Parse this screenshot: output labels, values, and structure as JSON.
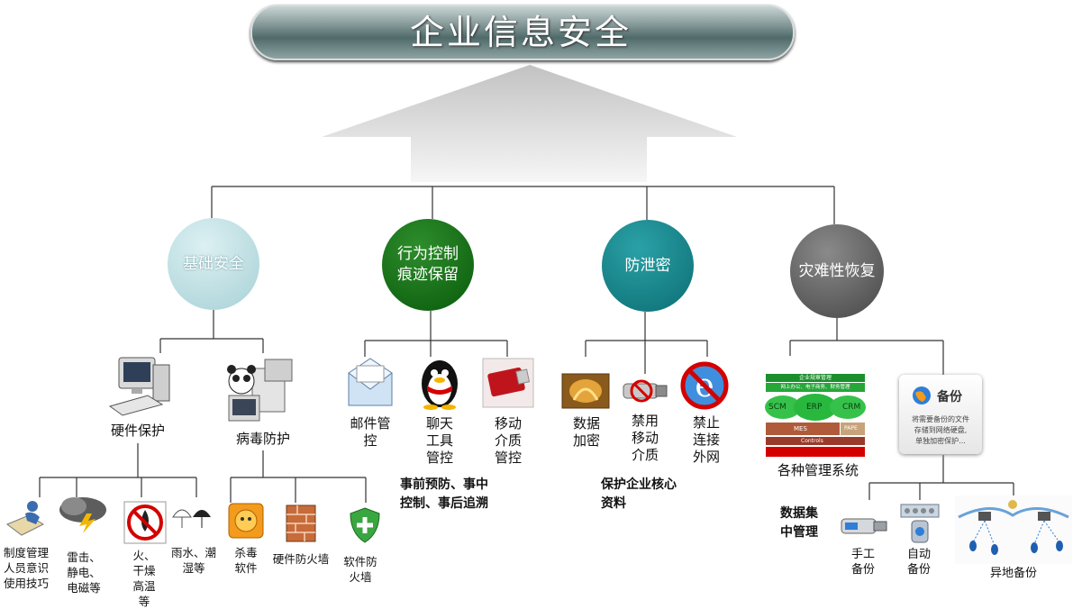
{
  "title": "企业信息安全",
  "branches": {
    "basic": {
      "label": "基础安全",
      "hardware": "硬件保护",
      "virus": "病毒防护",
      "hw_items": [
        "制度管理\n人员意识\n使用技巧",
        "雷击、\n静电、\n电磁等",
        "火、\n干燥\n高温\n等",
        "雨水、潮\n湿等"
      ],
      "av_items": [
        "杀毒\n软件",
        "硬件防火墙",
        "软件防\n火墙"
      ]
    },
    "behavior": {
      "label": "行为控制\n痕迹保留",
      "items": [
        "邮件管\n控",
        "聊天\n工具\n管控",
        "移动\n介质\n管控"
      ],
      "note": "事前预防、事中\n控制、事后追溯"
    },
    "leak": {
      "label": "防泄密",
      "items": [
        "数据\n加密",
        "禁用\n移动\n介质",
        "禁止\n连接\n外网"
      ],
      "note": "保护企业核心\n资料"
    },
    "disaster": {
      "label": "灾难性恢复",
      "mgmt_label": "各种管理系统",
      "mgmt_texts": [
        "企业规章管理",
        "网上办公、电子商务、财务管理",
        "SCM",
        "ERP",
        "CRM",
        "MES",
        "PAPE",
        "Controls"
      ],
      "backup_title": "备份",
      "backup_desc": "将需要备份的文件\n存储到网络硬盘,\n单独加密保护...",
      "central": "数据集\n中管理",
      "backup_items": [
        "手工\n备份",
        "自动\n备份",
        "异地备份"
      ]
    }
  },
  "colors": {
    "basic": "#a7d1d6",
    "behavior": "#0a5d0c",
    "leak": "#0c6e73",
    "disaster": "#4a4a4a"
  }
}
